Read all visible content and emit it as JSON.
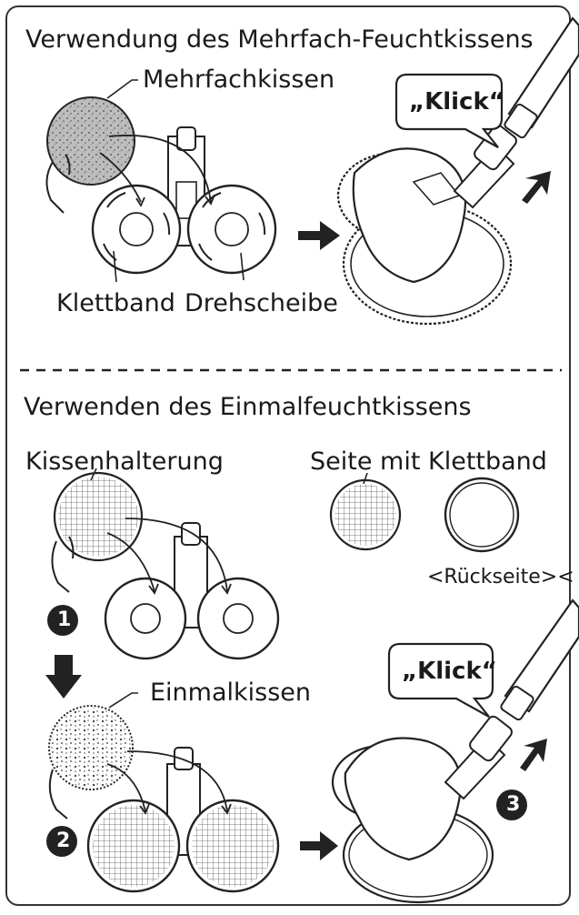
{
  "section1": {
    "title": "Verwendung des Mehrfach-Feuchtkissens",
    "label_pad": "Mehrfachkissen",
    "label_velcro": "Klettband",
    "label_disc": "Drehscheibe",
    "click": "„Klick“"
  },
  "section2": {
    "title": "Verwenden des Einmalfeuchtkissens",
    "label_holder": "Kissenhalterung",
    "label_velcro_side": "Seite mit Klettband",
    "label_back": "<Rückseite><",
    "label_disposable": "Einmalkissen",
    "click": "„Klick“",
    "steps": [
      "1",
      "2",
      "3"
    ]
  }
}
